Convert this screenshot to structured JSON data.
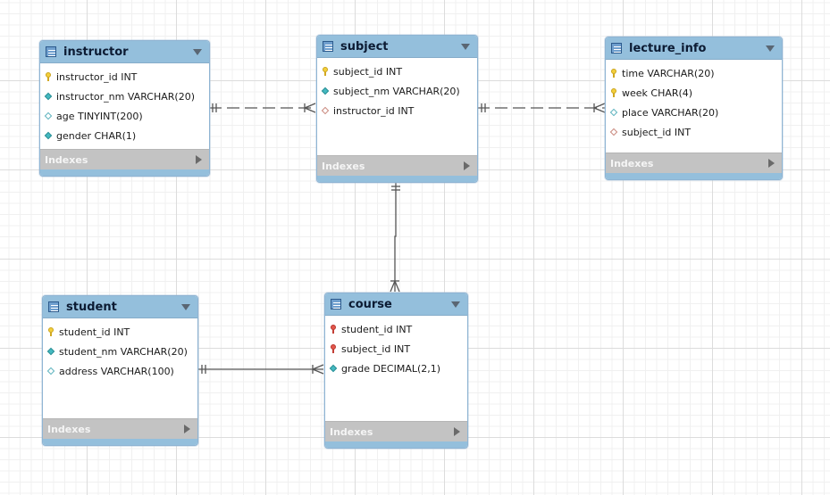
{
  "diagram": {
    "tables": {
      "instructor": {
        "name": "instructor",
        "indexes_label": "Indexes",
        "columns": [
          {
            "text": "instructor_id INT",
            "icon": "primary-key-icon"
          },
          {
            "text": "instructor_nm VARCHAR(20)",
            "icon": "not-null-column-icon"
          },
          {
            "text": "age TINYINT(200)",
            "icon": "nullable-column-icon"
          },
          {
            "text": "gender CHAR(1)",
            "icon": "not-null-column-icon"
          }
        ]
      },
      "subject": {
        "name": "subject",
        "indexes_label": "Indexes",
        "columns": [
          {
            "text": "subject_id INT",
            "icon": "primary-key-icon"
          },
          {
            "text": "subject_nm VARCHAR(20)",
            "icon": "not-null-column-icon"
          },
          {
            "text": "instructor_id INT",
            "icon": "foreign-key-column-icon"
          }
        ]
      },
      "lecture_info": {
        "name": "lecture_info",
        "indexes_label": "Indexes",
        "columns": [
          {
            "text": "time VARCHAR(20)",
            "icon": "primary-key-icon"
          },
          {
            "text": "week CHAR(4)",
            "icon": "primary-key-icon"
          },
          {
            "text": "place VARCHAR(20)",
            "icon": "nullable-column-icon"
          },
          {
            "text": "subject_id INT",
            "icon": "foreign-key-column-icon"
          }
        ]
      },
      "student": {
        "name": "student",
        "indexes_label": "Indexes",
        "columns": [
          {
            "text": "student_id INT",
            "icon": "primary-key-icon"
          },
          {
            "text": "student_nm VARCHAR(20)",
            "icon": "not-null-column-icon"
          },
          {
            "text": "address VARCHAR(100)",
            "icon": "nullable-column-icon"
          }
        ]
      },
      "course": {
        "name": "course",
        "indexes_label": "Indexes",
        "columns": [
          {
            "text": "student_id INT",
            "icon": "foreign-primary-key-icon"
          },
          {
            "text": "subject_id INT",
            "icon": "foreign-primary-key-icon"
          },
          {
            "text": "grade DECIMAL(2,1)",
            "icon": "not-null-column-icon"
          }
        ]
      }
    },
    "relationships": [
      {
        "from": "instructor",
        "to": "subject",
        "style": "dashed",
        "cardinality": "one-to-many"
      },
      {
        "from": "subject",
        "to": "lecture_info",
        "style": "dashed",
        "cardinality": "one-to-many"
      },
      {
        "from": "subject",
        "to": "course",
        "style": "solid",
        "cardinality": "one-to-many"
      },
      {
        "from": "student",
        "to": "course",
        "style": "solid",
        "cardinality": "one-to-many"
      }
    ],
    "colors": {
      "header": "#94bfdc",
      "indexes_bar": "#c3c3c3",
      "connector": "#555555",
      "primary_key": "#f3cf3c",
      "foreign_primary_key": "#e2574c",
      "not_null": "#44b9c0"
    }
  }
}
